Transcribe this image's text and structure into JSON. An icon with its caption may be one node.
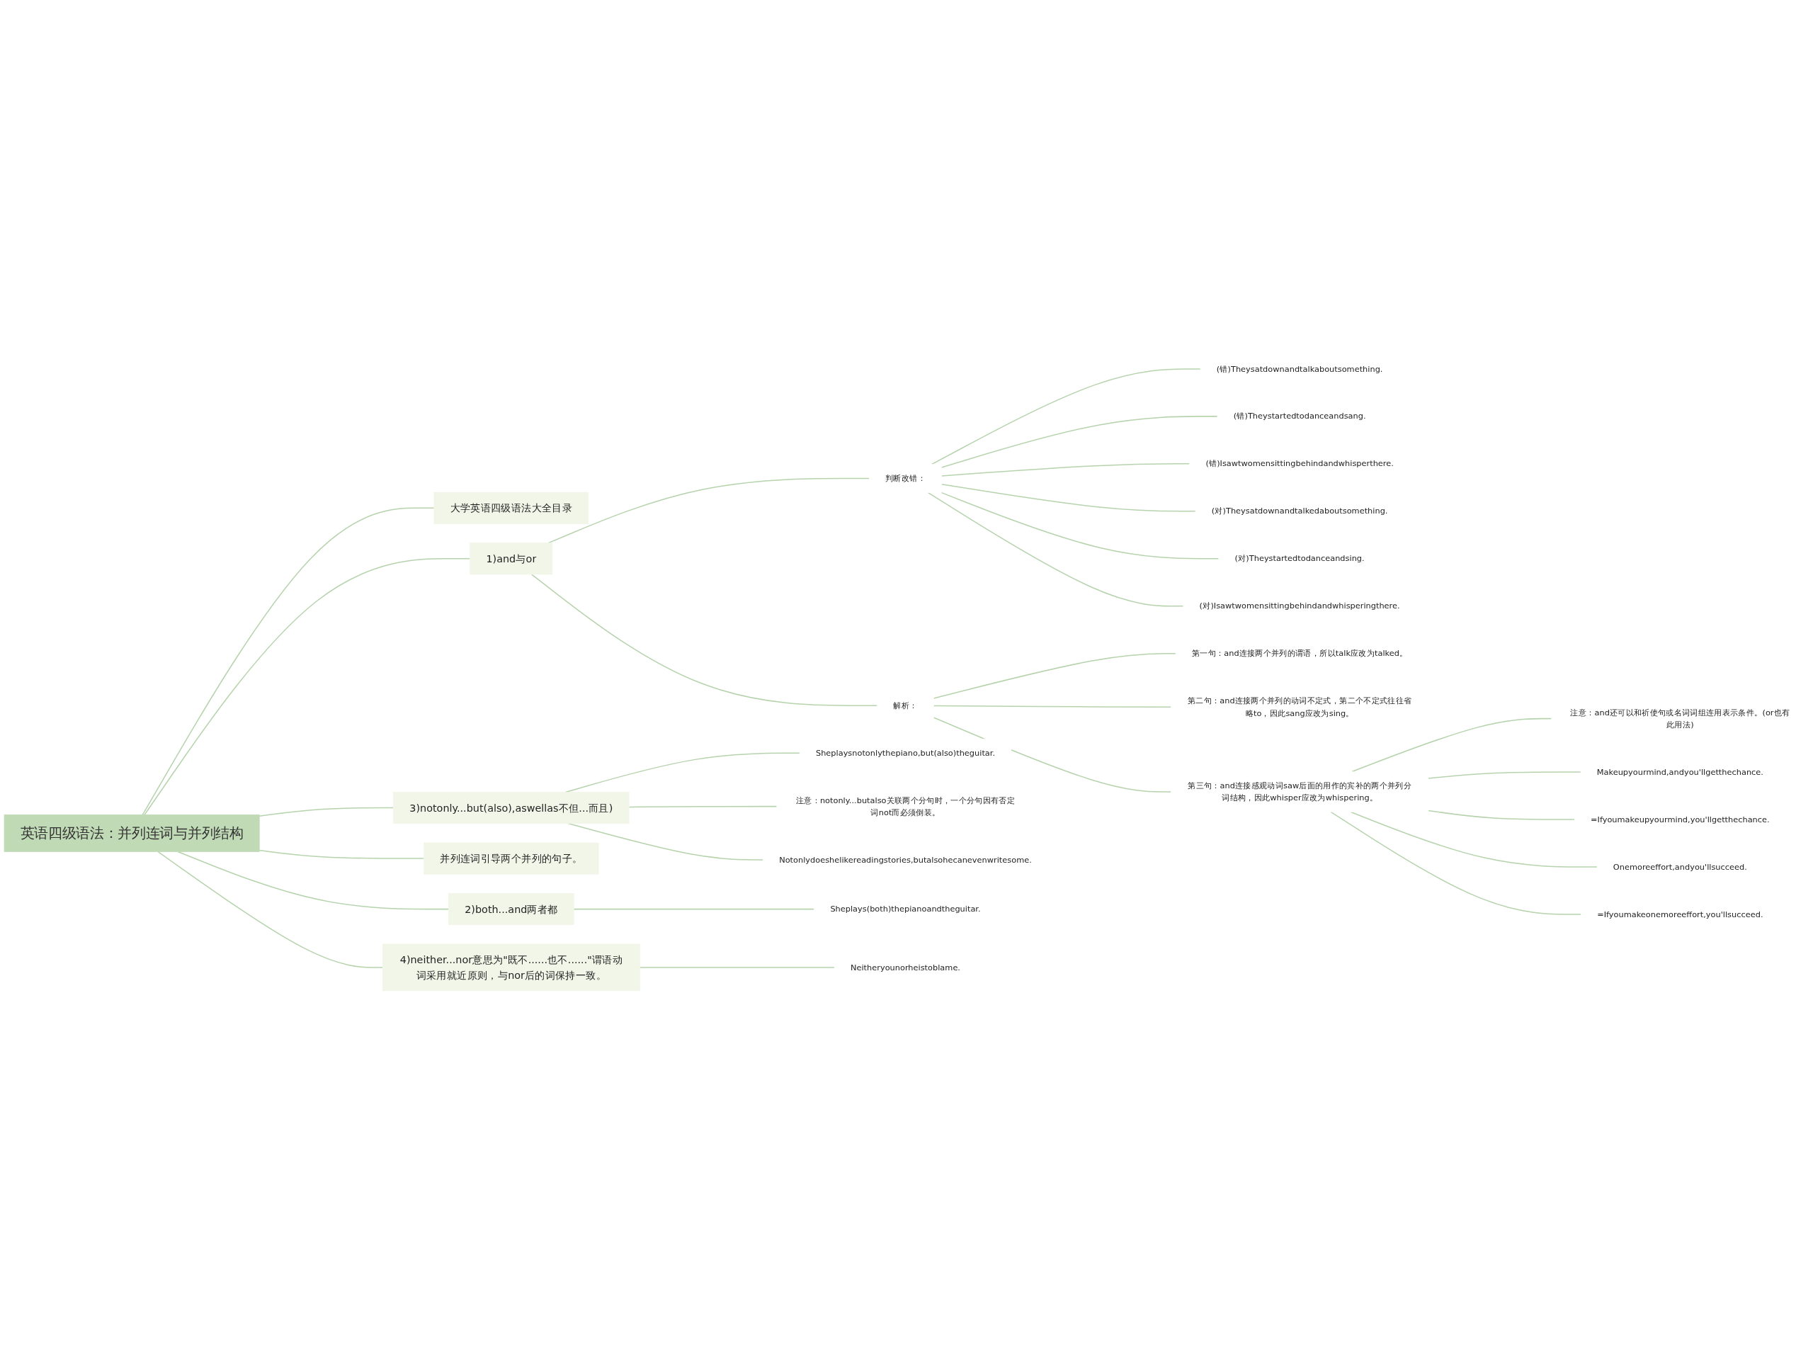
{
  "diagram": {
    "nodes": [
      {
        "text": [
          "英语四级语法：并列连词与并列结构"
        ]
      },
      {
        "text": [
          "大学英语四级语法大全目录"
        ]
      },
      {
        "text": [
          "1)and与or"
        ]
      },
      {
        "text": [
          "判断改错："
        ]
      },
      {
        "text": [
          "(错)Theysatdownandtalkaboutsomething."
        ]
      },
      {
        "text": [
          "(错)Theystartedtodanceandsang."
        ]
      },
      {
        "text": [
          "(错)Isawtwomensittingbehindandwhisperthere."
        ]
      },
      {
        "text": [
          "(对)Theysatdownandtalkedaboutsomething."
        ]
      },
      {
        "text": [
          "(对)Theystartedtodanceandsing."
        ]
      },
      {
        "text": [
          "(对)Isawtwomensittingbehindandwhisperingthere."
        ]
      },
      {
        "text": [
          "解析："
        ]
      },
      {
        "text": [
          "第一句：and连接两个并列的谓语，所以talk应改为talked。"
        ]
      },
      {
        "text": [
          "第二句：and连接两个并列的动词不定式，第二个不定式往往省略to，因此sang应改为sing。"
        ]
      },
      {
        "text": [
          "第三句：and连接感观动词saw后面的用作的宾补的两个并列分词结构，因此whisper应改为whispering。"
        ]
      },
      {
        "text": [
          "注意：and还可以和祈使句或名词词组连用表示条件。(or也有此用法)"
        ]
      },
      {
        "text": [
          "Makeupyourmind,andyou'llgetthechance."
        ]
      },
      {
        "text": [
          "=Ifyoumakeupyourmind,you'llgetthechance."
        ]
      },
      {
        "text": [
          "Onemoreeffort,andyou'llsucceed."
        ]
      },
      {
        "text": [
          "=Ifyoumakeonemoreeffort,you'llsucceed."
        ]
      },
      {
        "text": [
          "3)notonly...but(also),aswellas不但...而且)"
        ]
      },
      {
        "text": [
          "Sheplaysnotonlythepiano,but(also)theguitar."
        ]
      },
      {
        "text": [
          "注意：notonly...butalso关联两个分句时，一个分句因有否定词not而必须倒装。"
        ]
      },
      {
        "text": [
          "Notonlydoeshelikereadingstories,butalsohecanevenwritesome."
        ]
      },
      {
        "text": [
          "并列连词引导两个并列的句子。"
        ]
      },
      {
        "text": [
          "2)both...and两者都"
        ]
      },
      {
        "text": [
          "Sheplays(both)thepianoandtheguitar."
        ]
      },
      {
        "text": [
          "4)neither...nor意思为\"既不......也不......\"谓语动词采用就近原则，与nor后的词保持一致。"
        ]
      },
      {
        "text": [
          "Neitheryounorheistoblame."
        ]
      }
    ],
    "edges": [
      {
        "from": 0,
        "to": 1,
        "arrow": "none"
      },
      {
        "from": 0,
        "to": 2,
        "arrow": "none"
      },
      {
        "from": 2,
        "to": 3,
        "arrow": "none"
      },
      {
        "from": 3,
        "to": 4,
        "arrow": "none"
      },
      {
        "from": 3,
        "to": 5,
        "arrow": "none"
      },
      {
        "from": 3,
        "to": 6,
        "arrow": "none"
      },
      {
        "from": 3,
        "to": 7,
        "arrow": "none"
      },
      {
        "from": 3,
        "to": 8,
        "arrow": "none"
      },
      {
        "from": 3,
        "to": 9,
        "arrow": "none"
      },
      {
        "from": 2,
        "to": 10,
        "arrow": "none"
      },
      {
        "from": 10,
        "to": 11,
        "arrow": "none"
      },
      {
        "from": 10,
        "to": 12,
        "arrow": "none"
      },
      {
        "from": 10,
        "to": 13,
        "arrow": "none"
      },
      {
        "from": 13,
        "to": 14,
        "arrow": "none"
      },
      {
        "from": 13,
        "to": 15,
        "arrow": "none"
      },
      {
        "from": 13,
        "to": 16,
        "arrow": "none"
      },
      {
        "from": 13,
        "to": 17,
        "arrow": "none"
      },
      {
        "from": 13,
        "to": 18,
        "arrow": "none"
      },
      {
        "from": 0,
        "to": 19,
        "arrow": "none"
      },
      {
        "from": 19,
        "to": 20,
        "arrow": "none"
      },
      {
        "from": 19,
        "to": 21,
        "arrow": "none"
      },
      {
        "from": 19,
        "to": 22,
        "arrow": "none"
      },
      {
        "from": 0,
        "to": 23,
        "arrow": "none"
      },
      {
        "from": 0,
        "to": 24,
        "arrow": "none"
      },
      {
        "from": 24,
        "to": 25,
        "arrow": "none"
      },
      {
        "from": 0,
        "to": 26,
        "arrow": "none"
      },
      {
        "from": 26,
        "to": 27,
        "arrow": "none"
      }
    ]
  }
}
